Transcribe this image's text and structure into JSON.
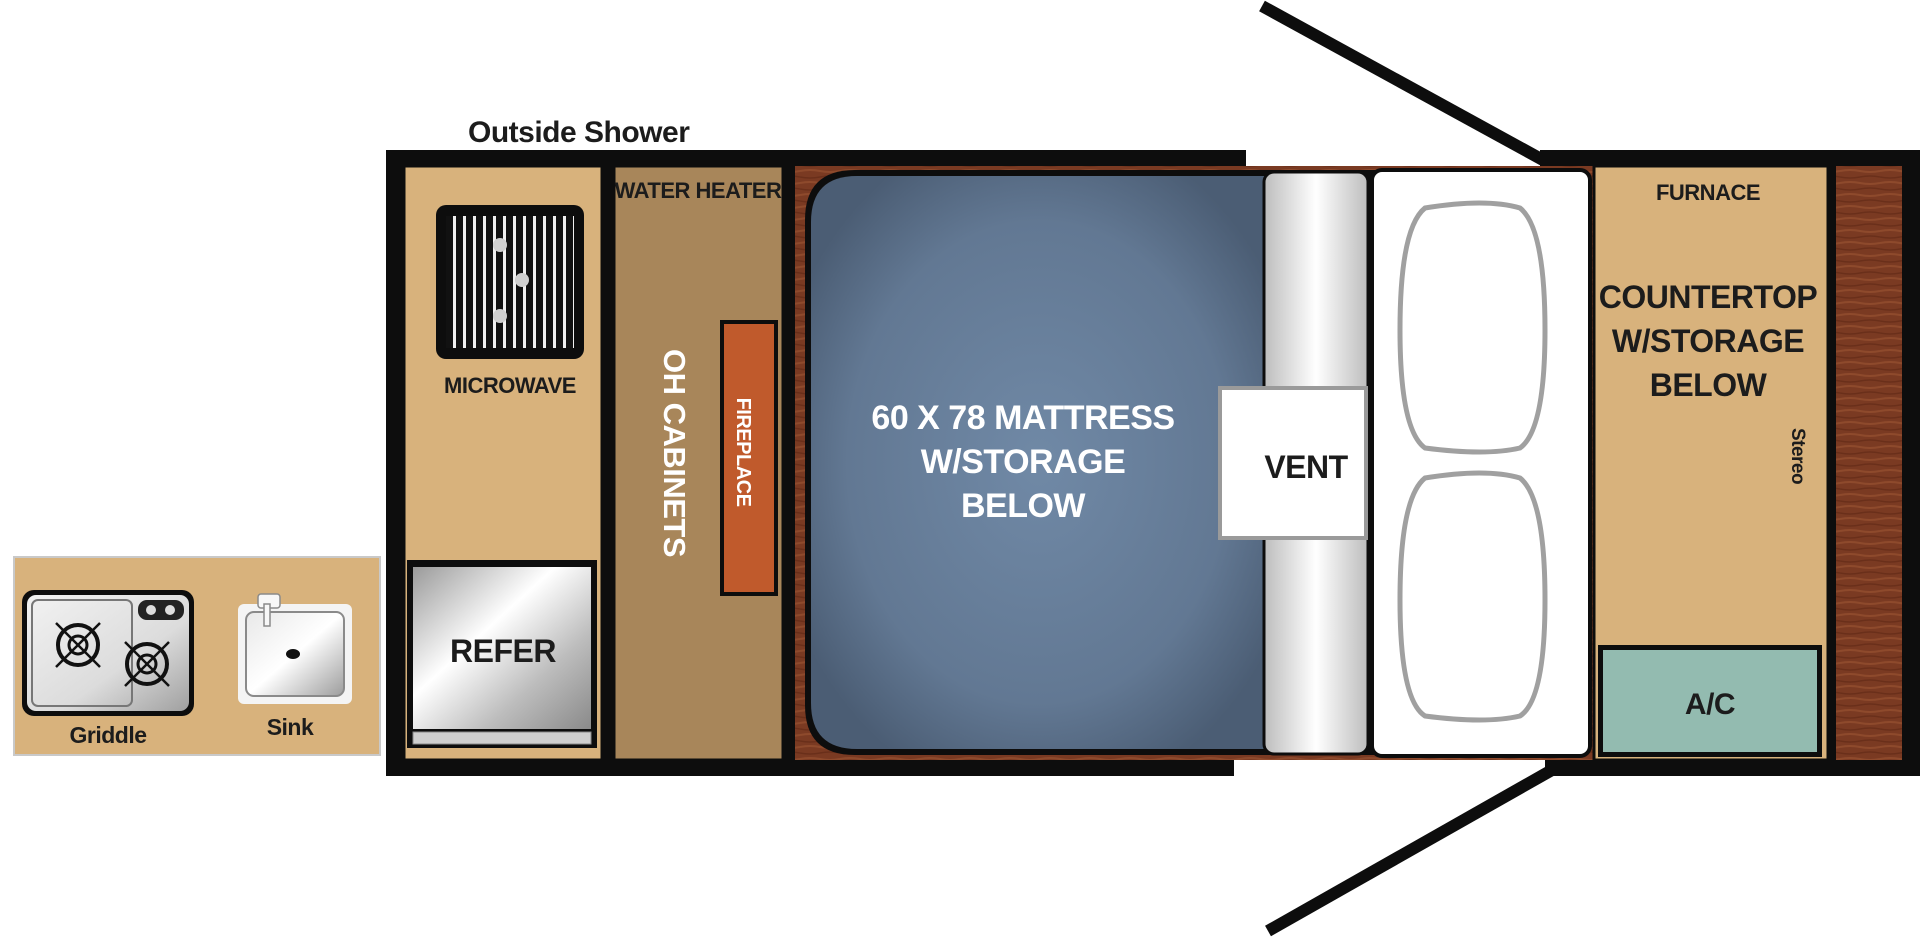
{
  "labels": {
    "outside_shower": "Outside Shower",
    "water_heater": "WATER HEATER",
    "microwave": "MICROWAVE",
    "refer": "REFER",
    "oh_cabinets": "OH CABINETS",
    "fireplace": "FIREPLACE",
    "mattress": [
      "60 X 78 MATTRESS",
      "W/STORAGE",
      "BELOW"
    ],
    "vent": "VENT",
    "furnace": "FURNACE",
    "countertop": [
      "COUNTERTOP",
      "W/STORAGE",
      "BELOW"
    ],
    "stereo": "Stereo",
    "ac": "A/C",
    "griddle": "Griddle",
    "sink": "Sink"
  },
  "colors": {
    "wall": "#0d0d0d",
    "cabinet_tan": "#d8b27c",
    "cabinet_brown": "#a8865a",
    "mattress_blue": "#6c829c",
    "fireplace": "#c05a2c",
    "ac_teal": "#93bbb0",
    "wood": "#7a3a22",
    "appliance_grey": "#c8c8c8"
  },
  "icons": {
    "microwave": "microwave-icon",
    "stove": "stove-icon",
    "sink": "sink-icon",
    "fridge": "refrigerator-icon"
  }
}
